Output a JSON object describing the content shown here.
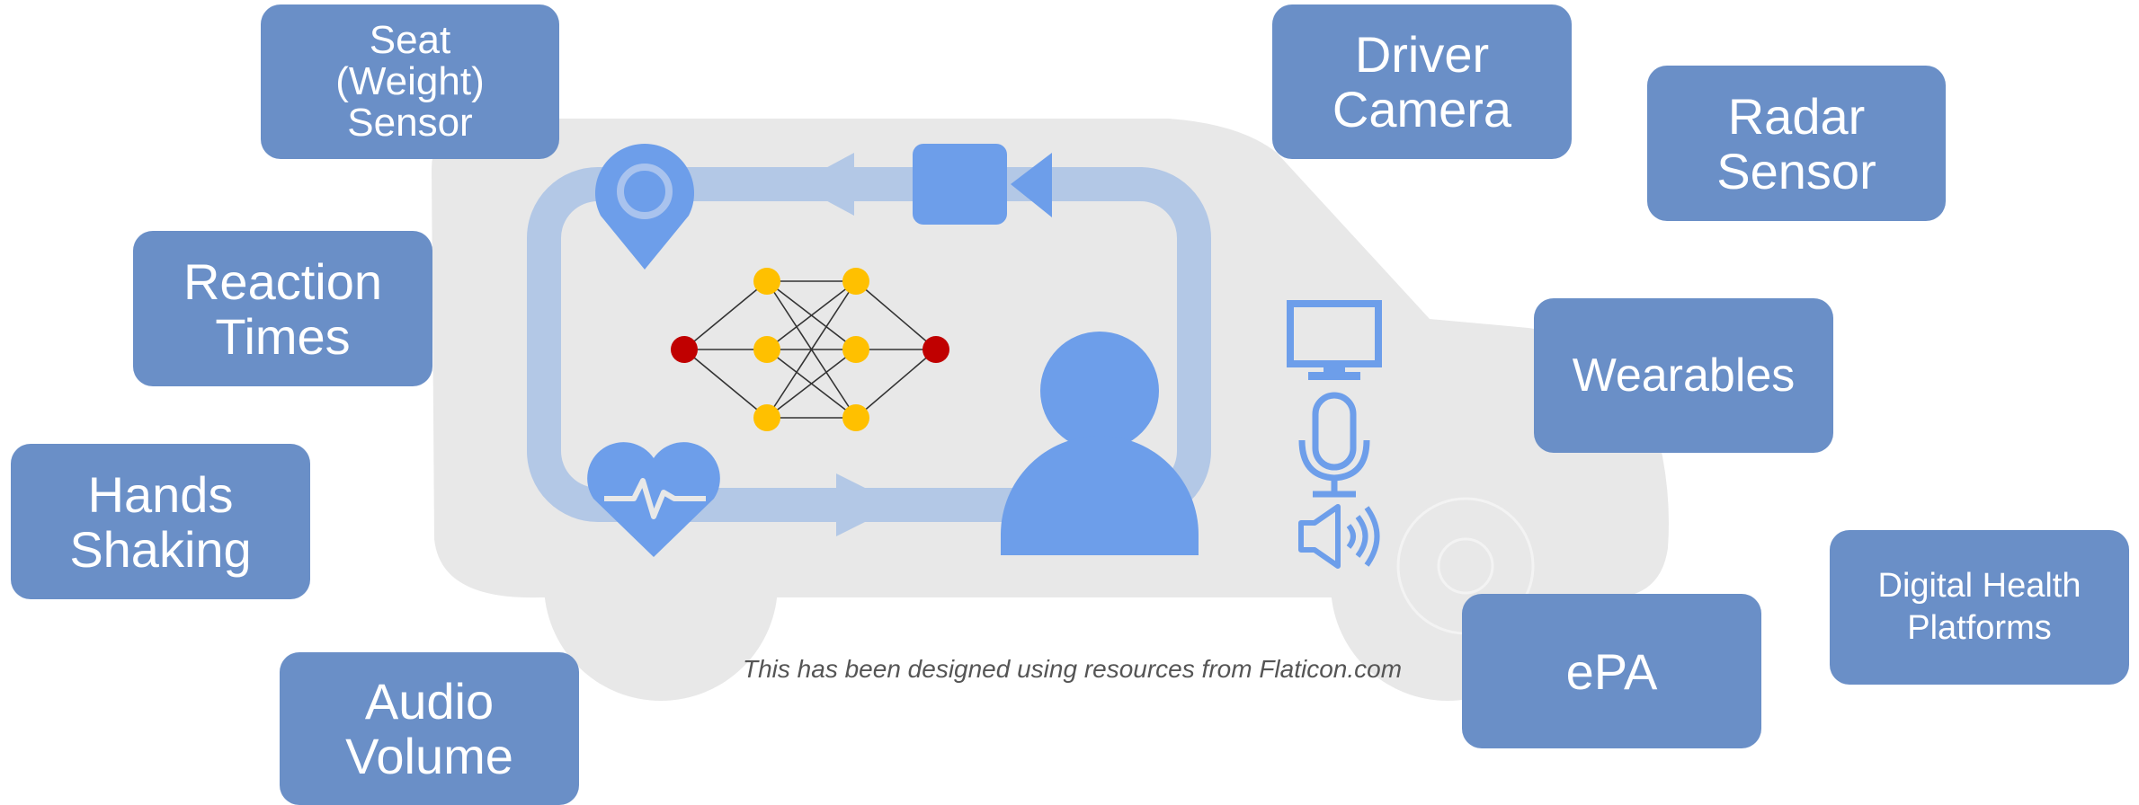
{
  "colors": {
    "box_fill": "#6a8fc7",
    "box_text": "#ffffff",
    "car_body": "#e8e8e8",
    "loop_arrow": "#b3c8e6",
    "icon_blue": "#6d9eea",
    "node_input": "#c00000",
    "node_hidden": "#ffc000",
    "edge": "#333333"
  },
  "labels": {
    "seat_sensor": "Seat\n(Weight)\nSensor",
    "reaction_times": "Reaction\nTimes",
    "hands_shaking": "Hands\nShaking",
    "audio_volume": "Audio\nVolume",
    "driver_camera": "Driver\nCamera",
    "radar_sensor": "Radar\nSensor",
    "wearables": "Wearables",
    "epa": "ePA",
    "digital_health": "Digital Health\nPlatforms"
  },
  "credit": "This has been designed using resources from Flaticon.com",
  "icons": [
    "location-pin-icon",
    "video-camera-icon",
    "heart-pulse-icon",
    "person-icon",
    "monitor-icon",
    "microphone-icon",
    "speaker-icon",
    "neural-network-icon",
    "loop-arrow-icon",
    "car-silhouette"
  ]
}
